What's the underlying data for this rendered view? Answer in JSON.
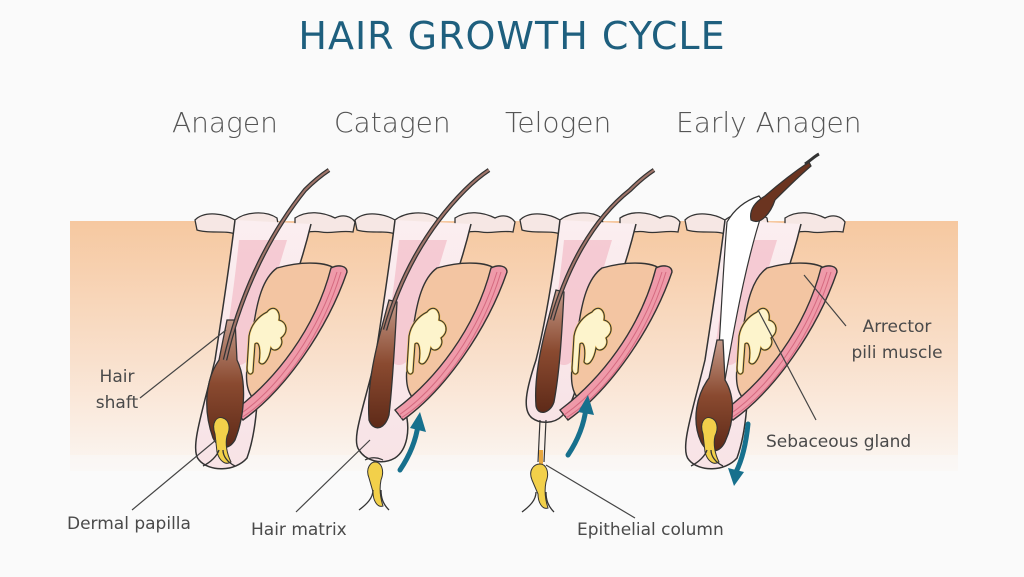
{
  "title": "HAIR GROWTH CYCLE",
  "colors": {
    "title": "#1e5f7e",
    "arrow": "#17708d",
    "skin_top": "#f6c8a0",
    "skin_bottom": "#fbf3ee",
    "hair": "#6b3420",
    "papilla": "#f2d04a",
    "sheath_pink": "#f2b9c4",
    "muscle": "#e68a9c",
    "gland": "#fff7d6",
    "background": "#fafafa"
  },
  "stages": [
    {
      "label": "Anagen"
    },
    {
      "label": "Catagen"
    },
    {
      "label": "Telogen"
    },
    {
      "label": "Early Anagen"
    }
  ],
  "labels": {
    "hair_shaft_1": "Hair",
    "hair_shaft_2": "shaft",
    "dermal_papilla": "Dermal papilla",
    "hair_matrix": "Hair matrix",
    "epithelial_column": "Epithelial column",
    "arrector_1": "Arrector",
    "arrector_2": "pili muscle",
    "sebaceous_gland": "Sebaceous gland"
  },
  "arrows": [
    {
      "stage": "Catagen",
      "direction": "up"
    },
    {
      "stage": "Telogen",
      "direction": "up"
    },
    {
      "stage": "Early Anagen",
      "direction": "down"
    }
  ]
}
